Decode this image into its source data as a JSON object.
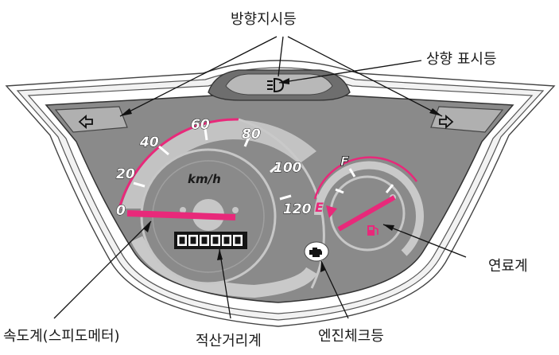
{
  "callouts": {
    "turn_signal": "방향지시등",
    "high_beam": "상향 표시등",
    "fuel_gauge": "연료계",
    "speedometer": "속도계(스피도메터)",
    "odometer": "적산거리계",
    "engine_check": "엔진체크등"
  },
  "speedometer": {
    "unit": "km/h",
    "ticks": [
      "0",
      "20",
      "40",
      "60",
      "80",
      "100",
      "120"
    ]
  },
  "odometer": {
    "digits": [
      "0",
      "0",
      "0",
      "0",
      "0",
      "0"
    ]
  },
  "fuel": {
    "full_label": "F",
    "empty_label": "E"
  },
  "colors": {
    "panel": "#8a8a8a",
    "accent": "#e8297a",
    "dial": "#c7c7c7"
  },
  "icons": {
    "turn_left": "left-arrow-icon",
    "turn_right": "right-arrow-icon",
    "high_beam": "headlight-icon",
    "fuel": "fuel-pump-icon",
    "engine": "engine-icon"
  }
}
